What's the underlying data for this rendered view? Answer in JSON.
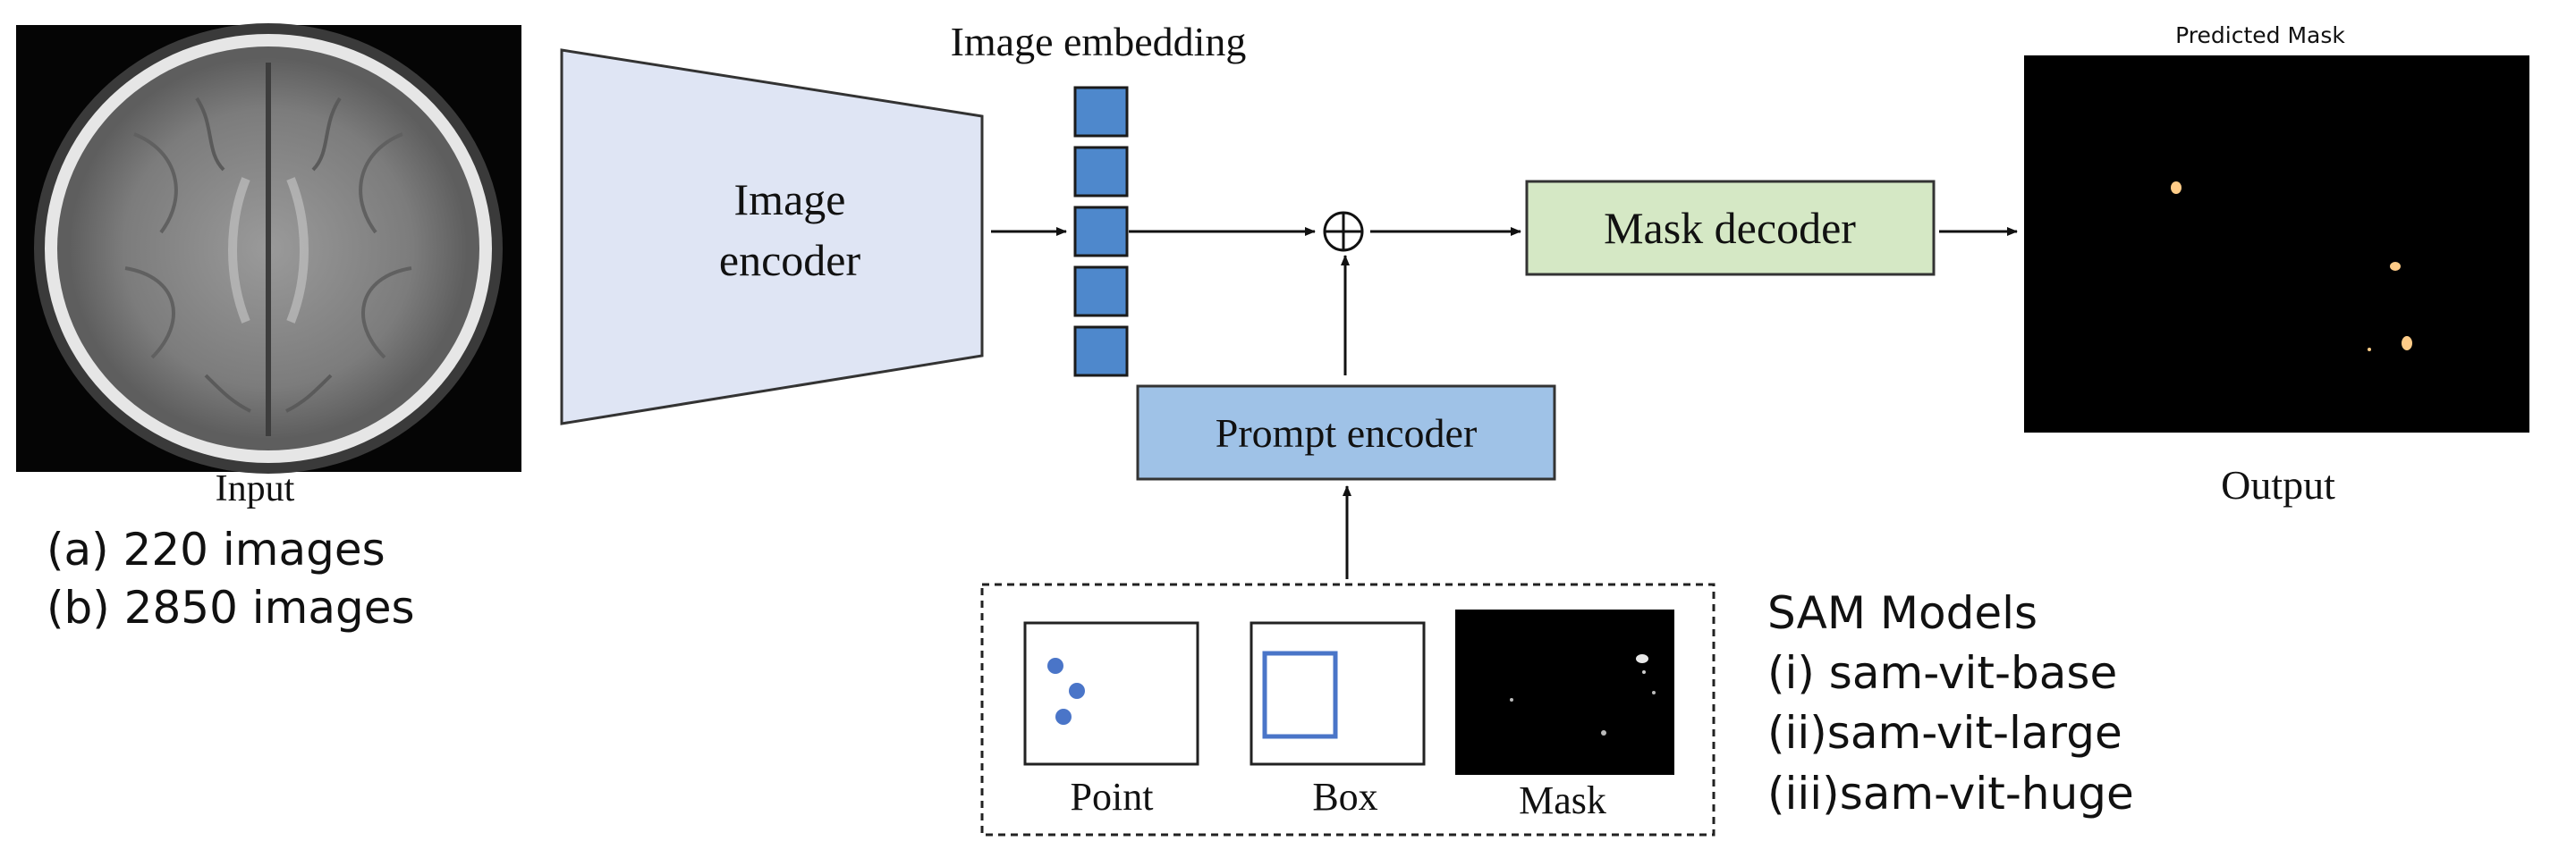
{
  "input": {
    "caption": "Input",
    "datasets": [
      "(a) 220 images",
      "(b) 2850 images"
    ]
  },
  "encoder": {
    "label_line1": "Image",
    "label_line2": "encoder"
  },
  "embedding": {
    "title": "Image embedding",
    "cell_count": 5
  },
  "combine_symbol": "⊕",
  "mask_decoder": {
    "label": "Mask decoder"
  },
  "prompt_encoder": {
    "label": "Prompt encoder"
  },
  "prompts": {
    "point_label": "Point",
    "box_label": "Box",
    "mask_label": "Mask"
  },
  "output": {
    "title": "Predicted Mask",
    "caption": "Output"
  },
  "sam_models": {
    "heading": "SAM Models",
    "items": [
      "(i) sam-vit-base",
      "(ii)sam-vit-large",
      "(iii)sam-vit-huge"
    ]
  },
  "colors": {
    "encoder_fill": "#dfe5f4",
    "embedding_cell": "#4e88cc",
    "prompt_encoder_fill": "#9fc2e7",
    "mask_decoder_fill": "#d5e8c5",
    "point_dot": "#4a75c8",
    "box_stroke": "#4a75c8",
    "lesion": "#ffcc88"
  }
}
